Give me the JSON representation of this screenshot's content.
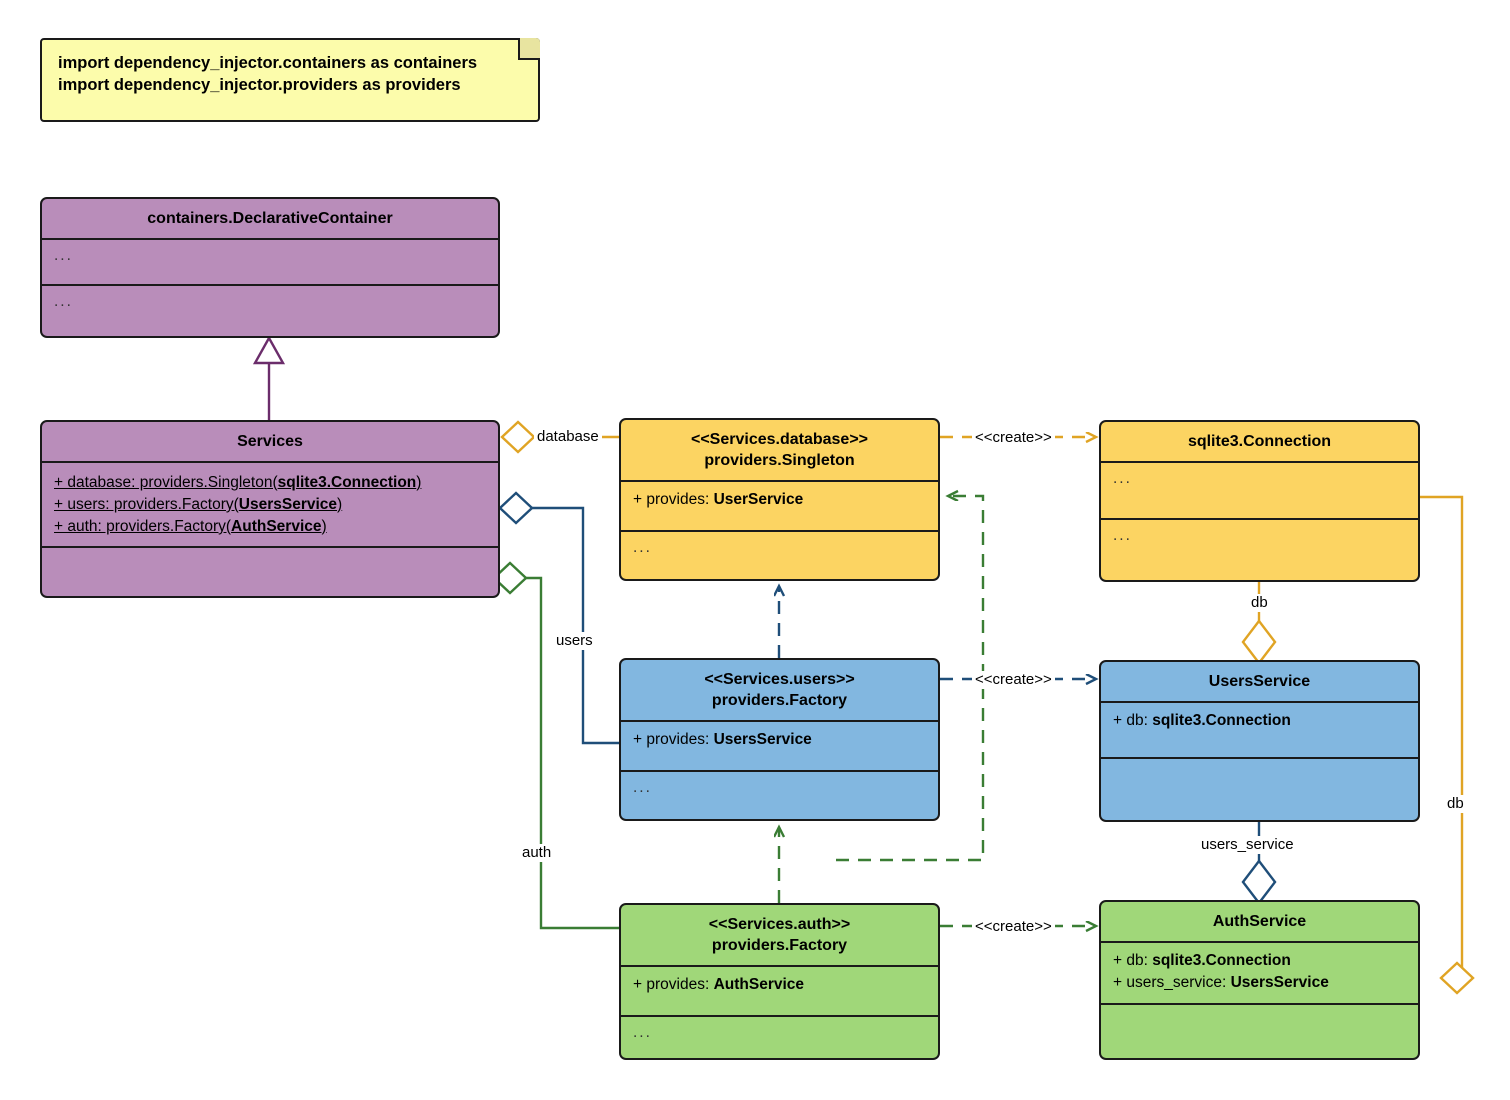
{
  "diagram": {
    "title": "dependency_injector containers UML class diagram",
    "colors": {
      "purple": "#b98dba",
      "yellow": "#fcd462",
      "blue": "#82b7e0",
      "green": "#a0d779",
      "note": "#fcfcab",
      "orange_edge": "#e0a424",
      "blue_edge": "#1f4e79",
      "green_edge": "#3a7d34",
      "purple_edge": "#6b2d6b",
      "outline": "#1a1a1a"
    }
  },
  "note": {
    "lines": [
      "import dependency_injector.containers as containers",
      "import dependency_injector.providers as providers"
    ]
  },
  "classes": {
    "declarative_container": {
      "name": "containers.DeclarativeContainer",
      "attributes": [
        "..."
      ],
      "methods": [
        "..."
      ]
    },
    "services": {
      "name": "Services",
      "attributes": [
        {
          "prefix": "+ database: providers.Singleton(",
          "bold": "sqlite3.Connection",
          "suffix": ")"
        },
        {
          "prefix": "+ users: providers.Factory(",
          "bold": "UsersService",
          "suffix": ")"
        },
        {
          "prefix": "+ auth: providers.Factory(",
          "bold": "AuthService",
          "suffix": ")"
        }
      ],
      "methods": []
    },
    "services_database": {
      "stereotype": "<<Services.database>>",
      "name": "providers.Singleton",
      "attributes": [
        {
          "prefix": "+ provides: ",
          "bold": "UserService",
          "suffix": ""
        }
      ],
      "methods": [
        "..."
      ]
    },
    "services_users": {
      "stereotype": "<<Services.users>>",
      "name": "providers.Factory",
      "attributes": [
        {
          "prefix": "+ provides: ",
          "bold": "UsersService",
          "suffix": ""
        }
      ],
      "methods": [
        "..."
      ]
    },
    "services_auth": {
      "stereotype": "<<Services.auth>>",
      "name": "providers.Factory",
      "attributes": [
        {
          "prefix": "+ provides: ",
          "bold": "AuthService",
          "suffix": ""
        }
      ],
      "methods": [
        "..."
      ]
    },
    "sqlite_connection": {
      "name": "sqlite3.Connection",
      "attributes": [
        "..."
      ],
      "methods": [
        "..."
      ]
    },
    "users_service": {
      "name": "UsersService",
      "attributes": [
        {
          "prefix": "+ db: ",
          "bold": "sqlite3.Connection",
          "suffix": ""
        }
      ],
      "methods": []
    },
    "auth_service": {
      "name": "AuthService",
      "attributes": [
        {
          "prefix": "+ db: ",
          "bold": "sqlite3.Connection",
          "suffix": ""
        },
        {
          "prefix": "+ users_service: ",
          "bold": "UsersService",
          "suffix": ""
        }
      ],
      "methods": []
    }
  },
  "edges": {
    "labels": {
      "database": "database",
      "users": "users",
      "auth": "auth",
      "create_database": "<<create>>",
      "create_users": "<<create>>",
      "create_auth": "<<create>>",
      "db_users": "db",
      "db_auth": "db",
      "users_service": "users_service"
    }
  }
}
